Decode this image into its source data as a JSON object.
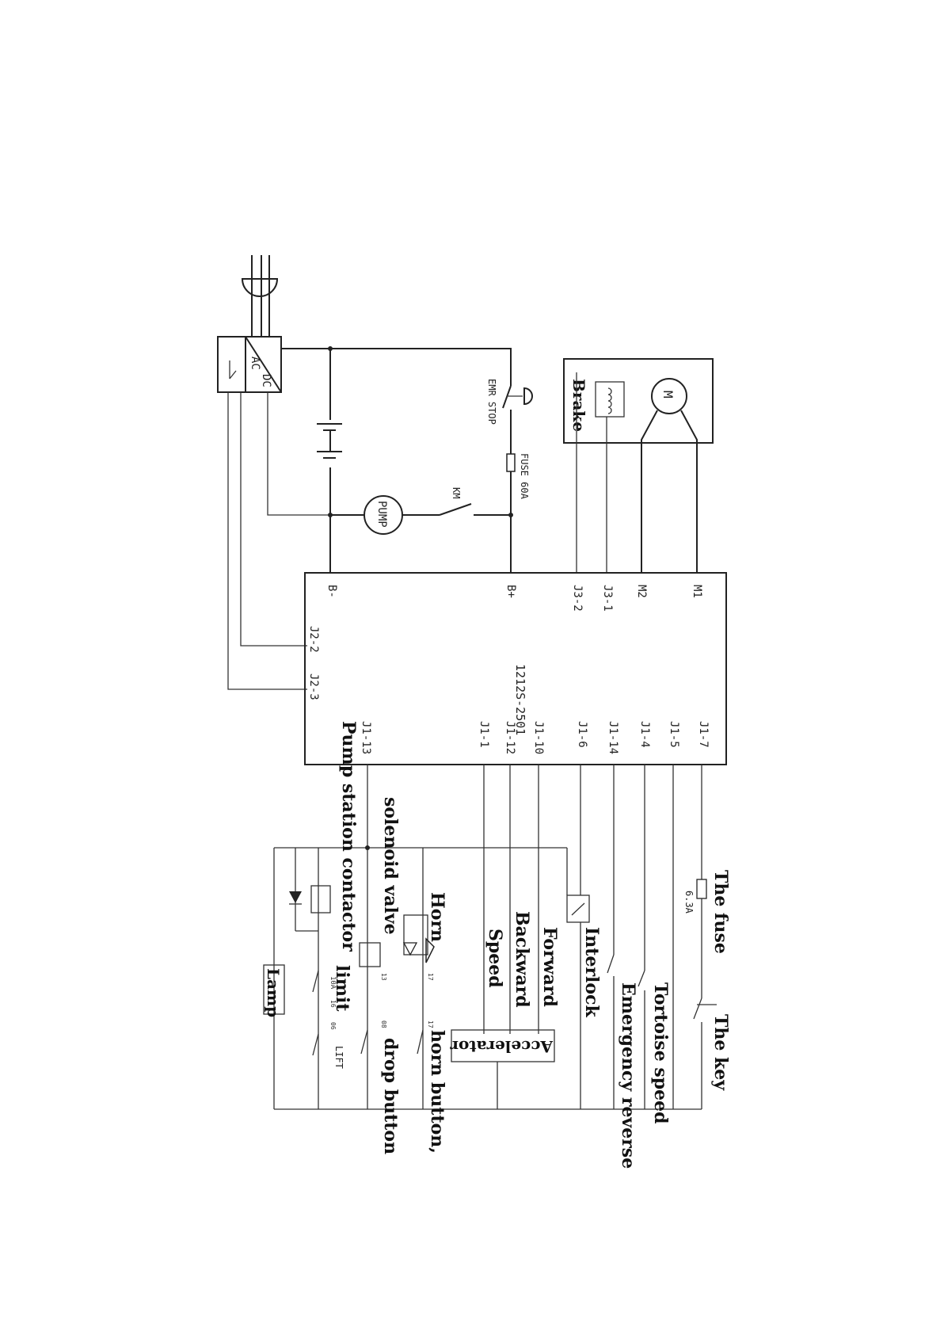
{
  "controller": {
    "model": "1212S-2501",
    "pins": {
      "b_minus": "B-",
      "b_plus": "B+",
      "j3_2": "J3-2",
      "j3_1": "J3-1",
      "m2": "M2",
      "m1": "M1",
      "j2_2": "J2-2",
      "j2_3": "J2-3",
      "j1_13": "J1-13",
      "j1_1": "J1-1",
      "j1_12": "J1-12",
      "j1_10": "J1-10",
      "j1_6": "J1-6",
      "j1_14": "J1-14",
      "j1_4": "J1-4",
      "j1_5": "J1-5",
      "j1_7": "J1-7"
    }
  },
  "power": {
    "charger_ac": "AC",
    "charger_dc": "DC",
    "emr_stop": "EMR STOP",
    "fuse_main": "FUSE 60A",
    "contactor_km": "KM",
    "pump": "PUMP"
  },
  "motor": {
    "brake": "Brake",
    "motor_symbol": "M"
  },
  "labels": {
    "the_fuse": "The fuse",
    "fuse_rating": "6.3A",
    "the_key": "The key",
    "tortoise_speed": "Tortoise speed",
    "emergency_reverse": "Emergency reverse",
    "interlock": "Interlock",
    "forward": "Forward",
    "backward": "Backward",
    "speed": "Speed",
    "accelerator": "Accelerator",
    "horn": "Horn",
    "horn_button": "horn button,",
    "solenoid_valve": "solenoid valve",
    "drop_button": "drop button",
    "pump_station_contactor": "Pump station contactor",
    "limit": "limit",
    "lift": "LIFT",
    "lamp": "Lamp",
    "small_fuse": "10A"
  }
}
